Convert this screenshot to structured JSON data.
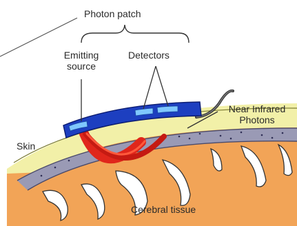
{
  "labels": {
    "photon_patch": "Photon patch",
    "emitting_source_line1": "Emitting",
    "emitting_source_line2": "source",
    "detectors": "Detectors",
    "near_infrared_line1": "Near Infrared",
    "near_infrared_line2": "Photons",
    "skin": "Skin",
    "cerebral_tissue": "Cerebral tissue"
  },
  "colors": {
    "tissue": "#f2a457",
    "skin": "#f2f0a8",
    "skull": "#9a9ab5",
    "patch": "#1d3fc0",
    "photon_path": "#e0261b"
  }
}
